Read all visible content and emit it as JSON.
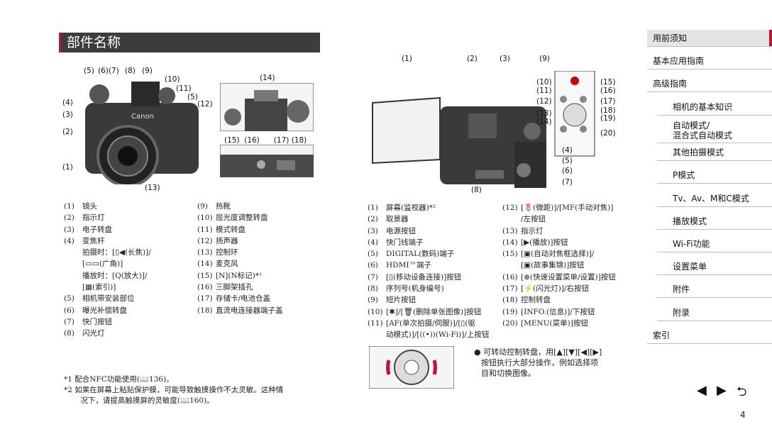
{
  "page_title": "部件名称",
  "figure_left_callouts": [
    "(5)",
    "(6)",
    "(7)",
    "(8)",
    "(9)",
    "(10)",
    "(11)",
    "(12)",
    "(5)",
    "(4)",
    "(3)",
    "(2)",
    "(1)",
    "(13)",
    "(14)",
    "(15)",
    "(16)",
    "(17)",
    "(18)"
  ],
  "left_list_col1": [
    {
      "n": "(1)",
      "t": "镜头"
    },
    {
      "n": "(2)",
      "t": "指示灯"
    },
    {
      "n": "(3)",
      "t": "电子转盘"
    },
    {
      "n": "(4)",
      "t": "变焦杆"
    },
    {
      "n": "",
      "t": "拍摄时：[▯◀(长焦)]/"
    },
    {
      "n": "",
      "t": "[▭▭(广角)]"
    },
    {
      "n": "",
      "t": "播放时：[Q(放大)]/"
    },
    {
      "n": "",
      "t": "[▦(索引)]"
    },
    {
      "n": "(5)",
      "t": "相机带安装部位"
    },
    {
      "n": "(6)",
      "t": "曝光补偿转盘"
    },
    {
      "n": "(7)",
      "t": "快门按钮"
    },
    {
      "n": "(8)",
      "t": "闪光灯"
    }
  ],
  "left_list_col2": [
    {
      "n": "(9)",
      "t": "热靴"
    },
    {
      "n": "(10)",
      "t": "屈光度调整转盘"
    },
    {
      "n": "(11)",
      "t": "模式转盘"
    },
    {
      "n": "(12)",
      "t": "扬声器"
    },
    {
      "n": "(13)",
      "t": "控制环"
    },
    {
      "n": "(14)",
      "t": "麦克风"
    },
    {
      "n": "(15)",
      "t": "[N](N标记)*¹"
    },
    {
      "n": "(16)",
      "t": "三脚架插孔"
    },
    {
      "n": "(17)",
      "t": "存储卡/电池仓盖"
    },
    {
      "n": "(18)",
      "t": "直流电连接器端子盖"
    }
  ],
  "right_list_col1": [
    {
      "n": "(1)",
      "t": "屏幕(监视器)*²"
    },
    {
      "n": "(2)",
      "t": "取景器"
    },
    {
      "n": "(3)",
      "t": "电源按钮"
    },
    {
      "n": "(4)",
      "t": "快门线端子"
    },
    {
      "n": "(5)",
      "t": "DIGITAL(数码)端子"
    },
    {
      "n": "(6)",
      "t": "HDMI™端子"
    },
    {
      "n": "(7)",
      "t": "[▯(移动设备连接)]按钮"
    },
    {
      "n": "(8)",
      "t": "序列号(机身编号)"
    },
    {
      "n": "(9)",
      "t": "短片按钮"
    },
    {
      "n": "(10)",
      "t": "[✱]/[🗑(删除单张图像)]按钮"
    },
    {
      "n": "(11)",
      "t": "[AF(单次拍摄/伺服)]/[▯(驱"
    },
    {
      "n": "",
      "t": "动模式)]/[((•))(Wi-Fi)]/上按钮"
    }
  ],
  "right_list_col2": [
    {
      "n": "(12)",
      "t": "[🌷(微距)]/[MF(手动对焦)]"
    },
    {
      "n": "",
      "t": "/左按钮"
    },
    {
      "n": "(13)",
      "t": "指示灯"
    },
    {
      "n": "(14)",
      "t": "[▶(播放)]按钮"
    },
    {
      "n": "(15)",
      "t": "[▣(自动对焦框选择)]/"
    },
    {
      "n": "",
      "t": "[▣(故事集锦)]按钮"
    },
    {
      "n": "(16)",
      "t": "[⊛(快速设置菜单/设置)]按钮"
    },
    {
      "n": "(17)",
      "t": "[⚡(闪光灯)]/右按钮"
    },
    {
      "n": "(18)",
      "t": "控制转盘"
    },
    {
      "n": "(19)",
      "t": "[INFO.(信息)]/下按钮"
    },
    {
      "n": "(20)",
      "t": "[MENU(菜单)]按钮"
    }
  ],
  "tip_text": [
    "● 可转动控制转盘，用[▲][▼][◀][▶]",
    "按钮执行大部分操作，例如选择项",
    "目和切换图像。"
  ],
  "footnotes": [
    "*1   配合NFC功能使用(📖136)。",
    "*2   如果在屏幕上粘贴保护膜，可能导致触摸操作不太灵敏。这种情",
    "       况下，请提高触摸屏的灵敏度(📖160)。"
  ],
  "sidebar": [
    {
      "label": "用前须知",
      "level": "top",
      "active": true
    },
    {
      "label": "基本应用指南",
      "level": "top"
    },
    {
      "label": "高级指南",
      "level": "top"
    },
    {
      "label": "相机的基本知识",
      "level": "sub"
    },
    {
      "label": "自动模式/ 混合式自动模式",
      "line1": "自动模式/",
      "line2": "混合式自动模式",
      "level": "sub"
    },
    {
      "label": "其他拍摄模式",
      "level": "sub"
    },
    {
      "label": "P模式",
      "level": "sub"
    },
    {
      "label": "Tv、Av、M和C模式",
      "level": "sub"
    },
    {
      "label": "播放模式",
      "level": "sub"
    },
    {
      "label": "Wi-Fi功能",
      "level": "sub"
    },
    {
      "label": "设置菜单",
      "level": "sub"
    },
    {
      "label": "附件",
      "level": "sub"
    },
    {
      "label": "附录",
      "level": "sub"
    },
    {
      "label": "索引",
      "level": "top"
    }
  ],
  "page_number": "4",
  "nav_buttons": {
    "prev": "◀",
    "next": "▶",
    "back": "⮌"
  }
}
